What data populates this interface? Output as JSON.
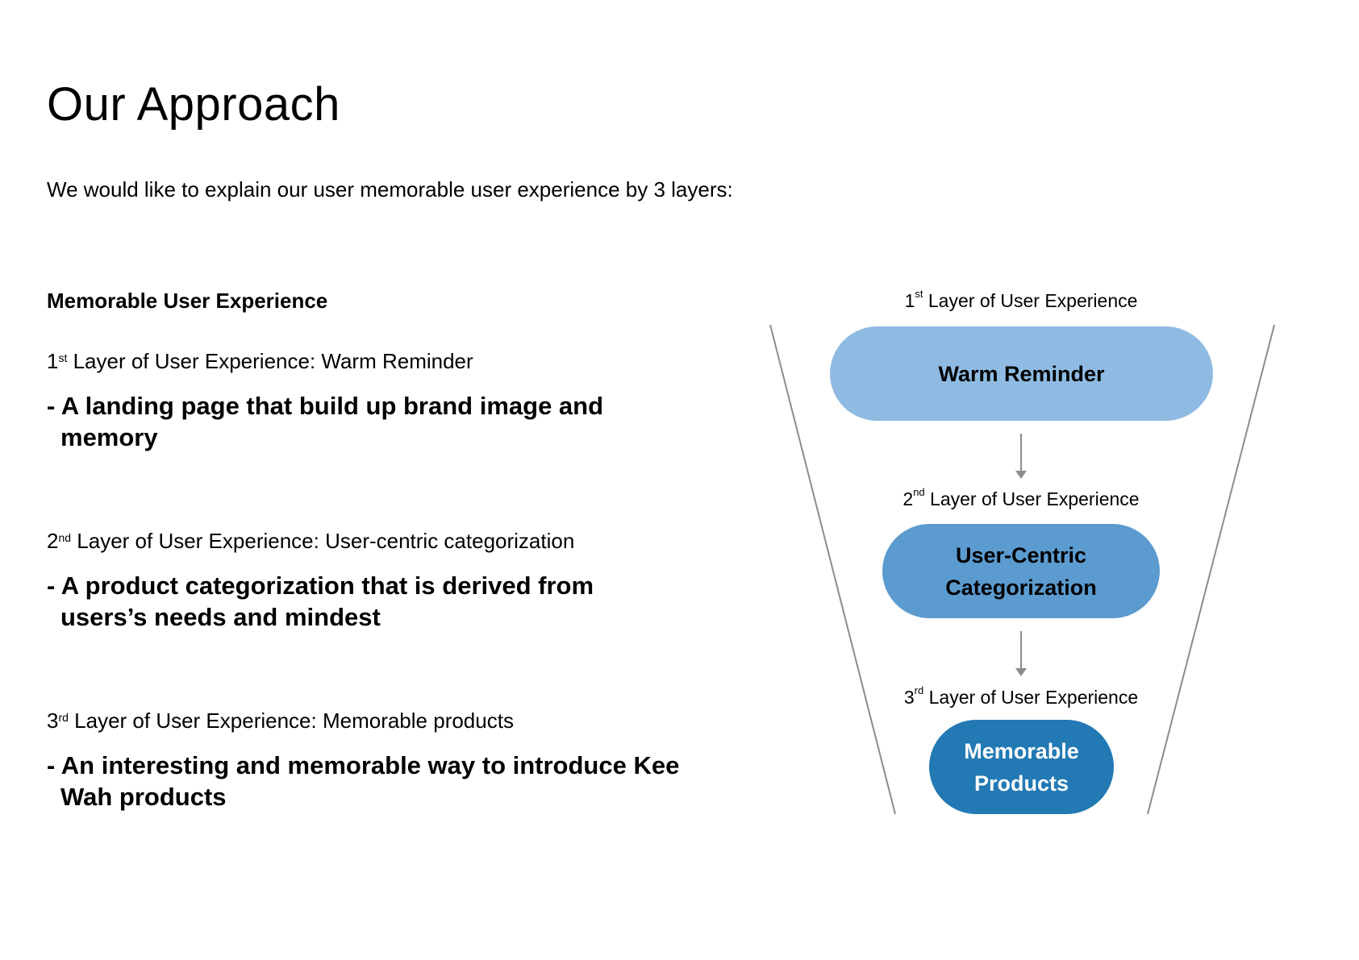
{
  "title": "Our Approach",
  "intro": "We would like to explain our user memorable user experience by 3 layers:",
  "section_heading": "Memorable User Experience",
  "layers": [
    {
      "num": "1",
      "suffix": "st",
      "label": " Layer of User Experience: Warm Reminder",
      "description": "- A landing page that build up brand image and memory"
    },
    {
      "num": "2",
      "suffix": "nd",
      "label": " Layer of User Experience:  User-centric categorization",
      "description": "- A product categorization that is derived from users’s needs and mindest"
    },
    {
      "num": "3",
      "suffix": "rd",
      "label": " Layer of User Experience: Memorable products",
      "description": "- An interesting and memorable way to introduce Kee Wah products"
    }
  ],
  "diagram": {
    "stages": [
      {
        "num": "1",
        "suffix": "st",
        "label": " Layer of User Experience",
        "pill": "Warm Reminder",
        "color": "#8fbbe3",
        "text_color": "#000000"
      },
      {
        "num": "2",
        "suffix": "nd",
        "label": " Layer of User Experience",
        "pill": "User-Centric\nCategorization",
        "color": "#5b9bd0",
        "text_color": "#000000"
      },
      {
        "num": "3",
        "suffix": "rd",
        "label": " Layer of User Experience",
        "pill": "Memorable\nProducts",
        "color": "#2279b4",
        "text_color": "#ffffff"
      }
    ],
    "funnel_color": "#8c8c8c"
  }
}
